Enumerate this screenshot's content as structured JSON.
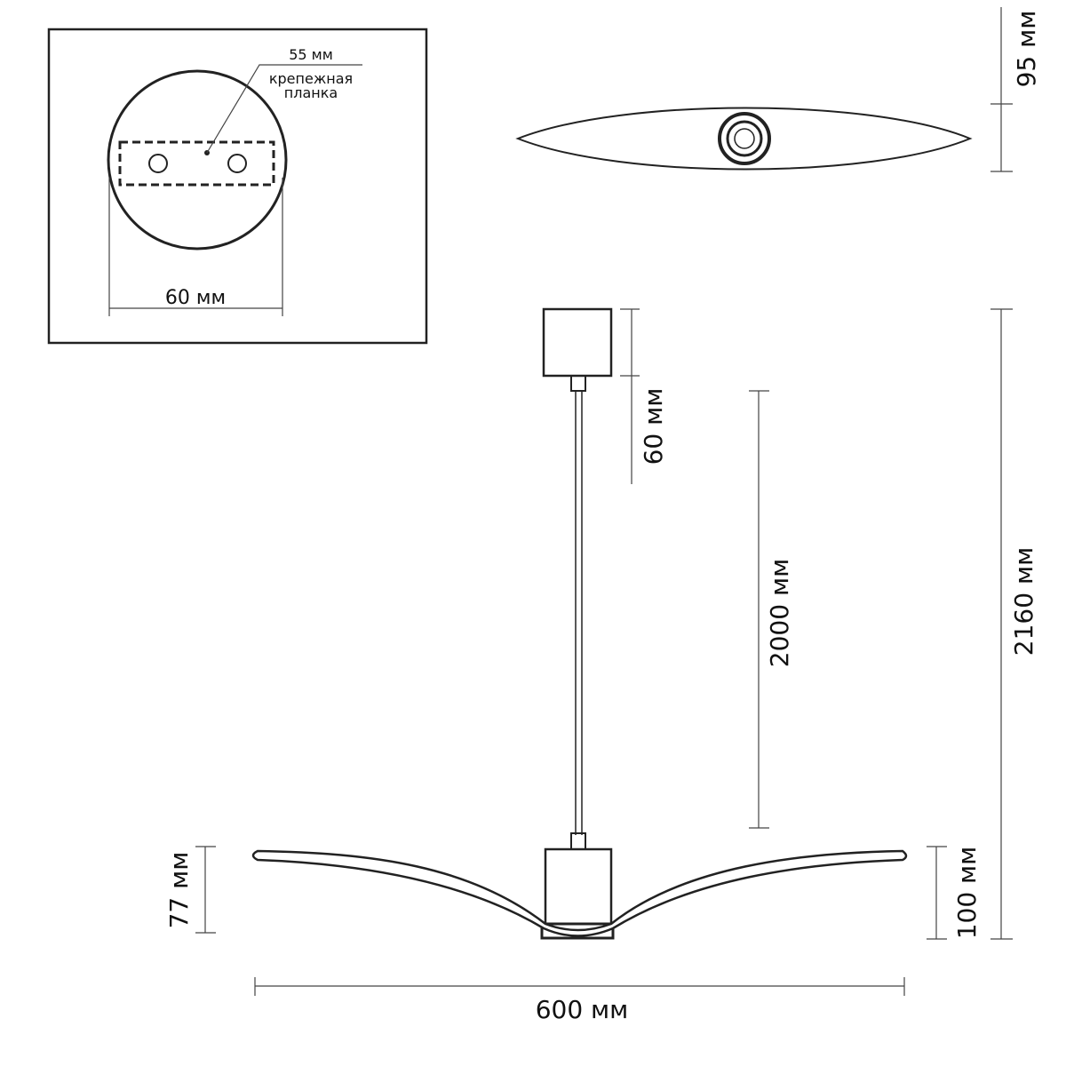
{
  "inset": {
    "plate_width_label": "55 мм",
    "plate_caption_line1": "крепежная",
    "plate_caption_line2": "планка",
    "canopy_diameter_label": "60 мм"
  },
  "top_view": {
    "height_label": "95 мм"
  },
  "side_view": {
    "canopy_height_label": "60 мм",
    "cable_length_label": "2000 мм",
    "total_height_label": "2160 мм",
    "wing_height_label": "77 мм",
    "body_height_label": "100 мм",
    "width_label": "600 мм"
  },
  "colors": {
    "ink": "#222222",
    "background": "#ffffff"
  }
}
